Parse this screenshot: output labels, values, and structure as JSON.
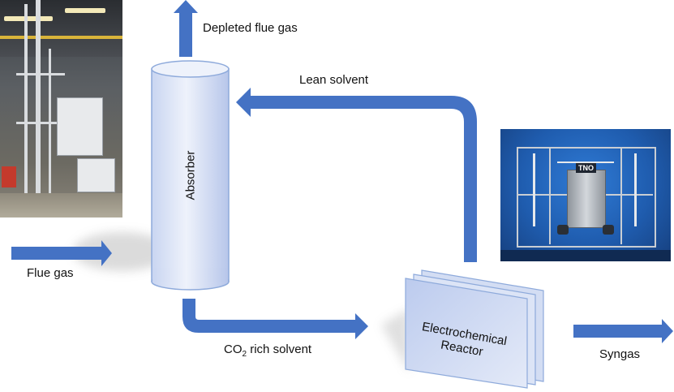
{
  "labels": {
    "depleted_flue_gas": "Depleted flue gas",
    "lean_solvent": "Lean solvent",
    "flue_gas": "Flue gas",
    "co2_rich_solvent_prefix": "CO",
    "co2_rich_solvent_sub": "2",
    "co2_rich_solvent_suffix": " rich solvent",
    "syngas": "Syngas"
  },
  "components": {
    "absorber": "Absorber",
    "reactor_line1": "Electrochemical",
    "reactor_line2": "Reactor"
  },
  "photos": {
    "reactor_skid_brand": "TNO"
  },
  "colors": {
    "arrow_blue": "#4472c4",
    "column_light": "#dfe6f7",
    "column_edge": "#8eaadb"
  }
}
